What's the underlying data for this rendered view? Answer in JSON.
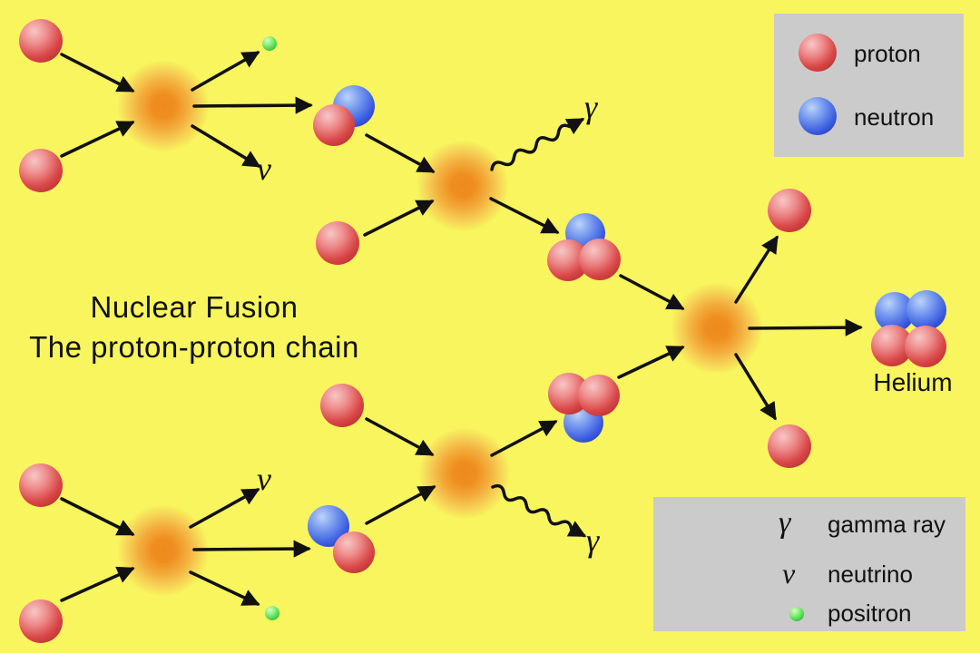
{
  "title": {
    "line1": "Nuclear Fusion",
    "line2": "The proton-proton chain"
  },
  "symbols": {
    "gamma": "γ",
    "nu": "ν"
  },
  "labels": {
    "helium": "Helium"
  },
  "legend_particles": {
    "proton": "proton",
    "neutron": "neutron"
  },
  "legend_radiation": {
    "gamma_ray": "gamma ray",
    "neutrino": "neutrino",
    "positron": "positron"
  },
  "colors": {
    "background": "#f8f55e",
    "legend_box": "#cbcbcb",
    "arrow": "#111111",
    "text": "#111111",
    "proton": "#d94646",
    "neutron": "#3c5ee0",
    "positron": "#3ecf4a",
    "collision_glow": "#ef8e20"
  }
}
